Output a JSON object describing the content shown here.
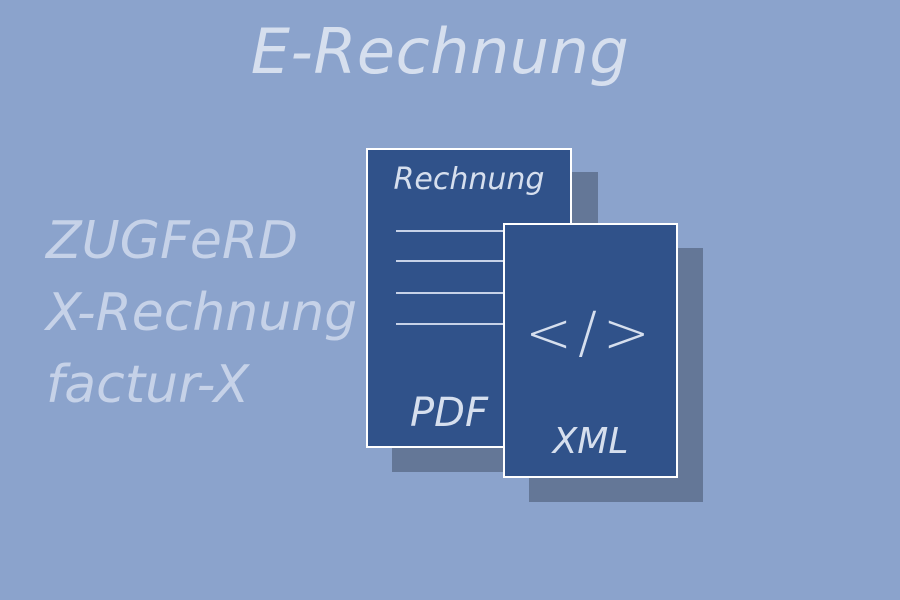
{
  "title": "E-Rechnung",
  "formats": [
    "ZUGFeRD",
    "X-Rechnung",
    "factur-X"
  ],
  "pdf_document": {
    "heading": "Rechnung",
    "label": "PDF"
  },
  "xml_document": {
    "code_symbol": "</>",
    "label": "XML"
  },
  "colors": {
    "background": "#8ba3cc",
    "document": "#30528a",
    "text": "#d6dfee"
  }
}
